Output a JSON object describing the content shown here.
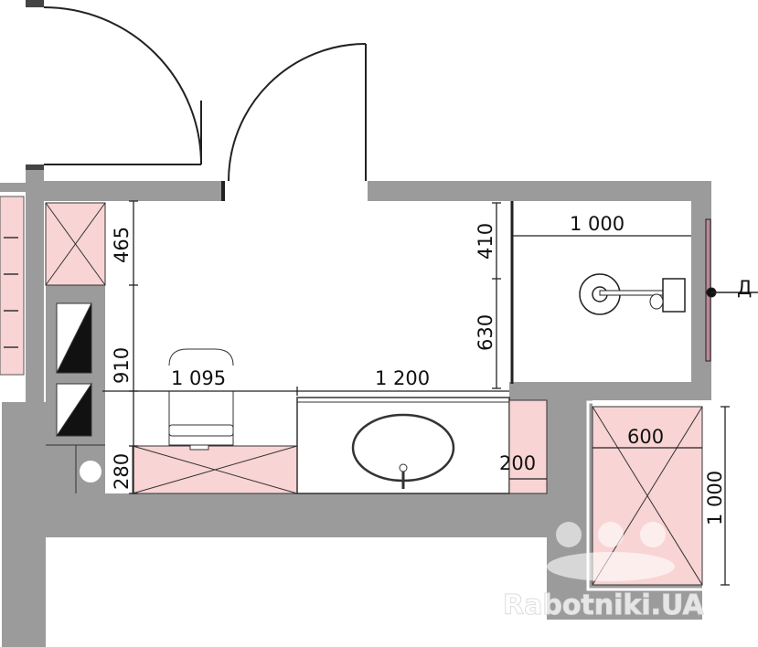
{
  "plan": {
    "dimensions": {
      "left_top": "465",
      "left_middle": "910",
      "left_bottom": "280",
      "toilet_width": "1 095",
      "vanity_width": "1 200",
      "shower_upper": "410",
      "shower_lower": "630",
      "shower_width": "1 000",
      "strip_width": "200",
      "cabinet_width": "600",
      "cabinet_height": "1 000"
    },
    "edge_label": "Д",
    "watermark": "Rabotniki.UA"
  },
  "colors": {
    "wall": "#9b9b9b",
    "furniture": "#f9d4d4",
    "line": "#222222"
  }
}
